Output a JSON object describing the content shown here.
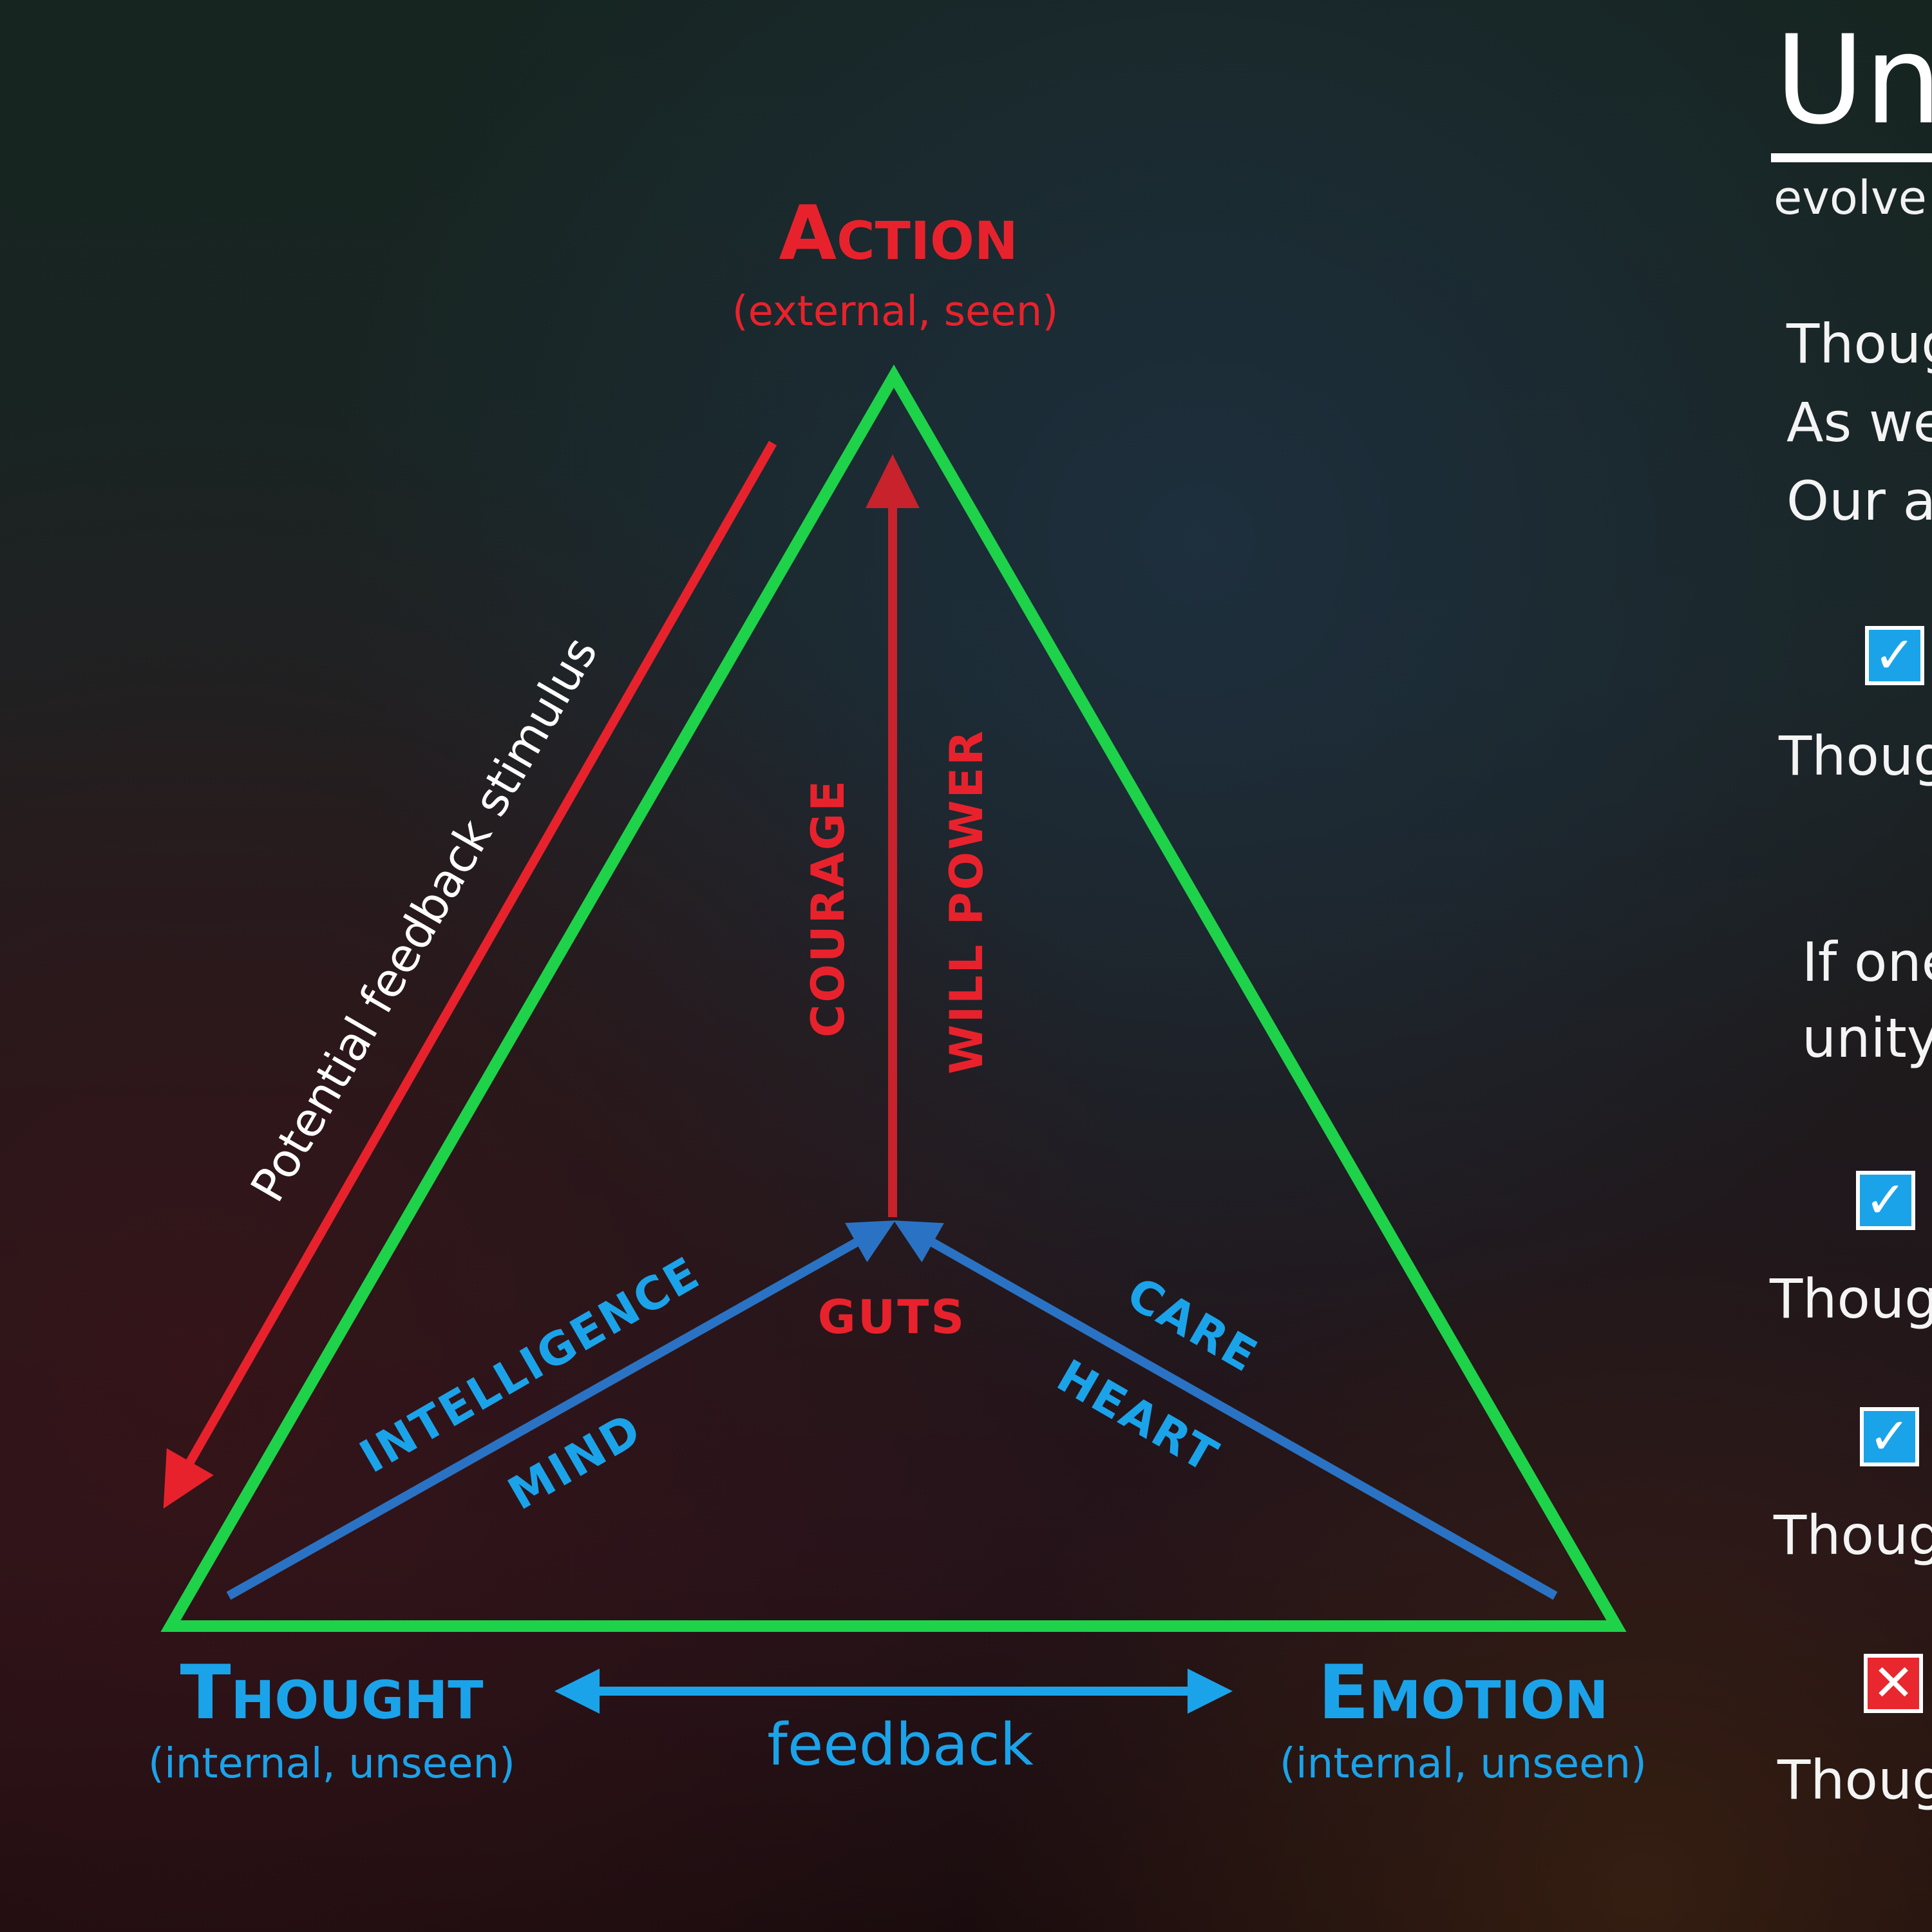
{
  "colors": {
    "triangle": "#1ed24a",
    "action": "#e8222c",
    "action_arrow": "#c8222c",
    "blue_text": "#1ba3ea",
    "blue_line": "#2a73c4",
    "feedback_stimulus": "#e8222c",
    "white": "#ffffff"
  },
  "vertices": {
    "action": {
      "title": "Action",
      "subtitle": "(external, seen)"
    },
    "thought": {
      "title": "Thought",
      "subtitle": "(internal, unseen)"
    },
    "emotion": {
      "title": "Emotion",
      "subtitle": "(internal, unseen)"
    }
  },
  "labels": {
    "courage": "COURAGE",
    "will_power": "WILL POWER",
    "guts": "GUTS",
    "intelligence": "INTELLIGENCE",
    "mind": "MIND",
    "care": "CARE",
    "heart": "HEART",
    "feedback": "feedback",
    "potential_feedback": "Potential feedback stimulus"
  },
  "panel": {
    "title": "Un",
    "subtitle": "evolve",
    "intro_lines": [
      "Thoug",
      "As we",
      "Our a"
    ],
    "sections": [
      {
        "mark": "✓",
        "kind": "check",
        "text": "Thoug"
      },
      {
        "kind": "none",
        "lines": [
          "If one",
          "unity"
        ]
      },
      {
        "mark": "✓",
        "kind": "check",
        "text": "Thoug"
      },
      {
        "mark": "✓",
        "kind": "check",
        "text": "Thoug"
      },
      {
        "mark": "✕",
        "kind": "cross",
        "text": "Thoug"
      }
    ]
  }
}
